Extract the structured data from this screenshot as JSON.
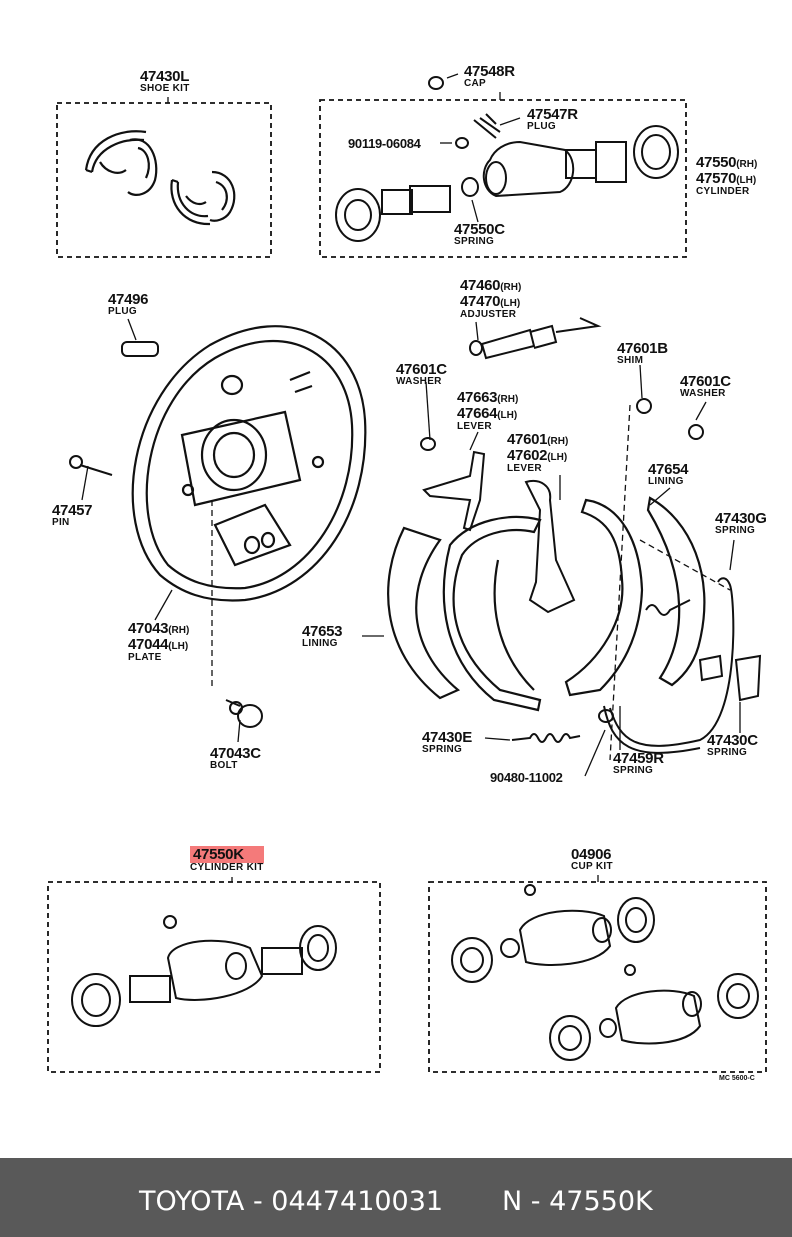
{
  "parts": [
    {
      "id": "p47430L",
      "part": "47430L",
      "name": "SHOE KIT"
    },
    {
      "id": "p47548R",
      "part": "47548R",
      "name": "CAP"
    },
    {
      "id": "p47547R",
      "part": "47547R",
      "name": "PLUG"
    },
    {
      "id": "p90119",
      "part": "90119-06084",
      "name": ""
    },
    {
      "id": "p47550RH",
      "part": "47550",
      "side": "(RH)",
      "name": ""
    },
    {
      "id": "p47570LH",
      "part": "47570",
      "side": "(LH)",
      "name": "CYLINDER"
    },
    {
      "id": "p47550C",
      "part": "47550C",
      "name": "SPRING"
    },
    {
      "id": "p47496",
      "part": "47496",
      "name": "PLUG"
    },
    {
      "id": "p47460",
      "part": "47460",
      "side": "(RH)",
      "name": ""
    },
    {
      "id": "p47470",
      "part": "47470",
      "side": "(LH)",
      "name": "ADJUSTER"
    },
    {
      "id": "p47601B",
      "part": "47601B",
      "name": "SHIM"
    },
    {
      "id": "p47601C_a",
      "part": "47601C",
      "name": "WASHER"
    },
    {
      "id": "p47601C_b",
      "part": "47601C",
      "name": "WASHER"
    },
    {
      "id": "p47663",
      "part": "47663",
      "side": "(RH)",
      "name": ""
    },
    {
      "id": "p47664",
      "part": "47664",
      "side": "(LH)",
      "name": "LEVER"
    },
    {
      "id": "p47601",
      "part": "47601",
      "side": "(RH)",
      "name": ""
    },
    {
      "id": "p47602",
      "part": "47602",
      "side": "(LH)",
      "name": "LEVER"
    },
    {
      "id": "p47654",
      "part": "47654",
      "name": "LINING"
    },
    {
      "id": "p47430G",
      "part": "47430G",
      "name": "SPRING"
    },
    {
      "id": "p47457",
      "part": "47457",
      "name": "PIN"
    },
    {
      "id": "p47043",
      "part": "47043",
      "side": "(RH)",
      "name": ""
    },
    {
      "id": "p47044",
      "part": "47044",
      "side": "(LH)",
      "name": "PLATE"
    },
    {
      "id": "p47653",
      "part": "47653",
      "name": "LINING"
    },
    {
      "id": "p47043C",
      "part": "47043C",
      "name": "BOLT"
    },
    {
      "id": "p47430E",
      "part": "47430E",
      "name": "SPRING"
    },
    {
      "id": "p47459R",
      "part": "47459R",
      "name": "SPRING"
    },
    {
      "id": "p47430C",
      "part": "47430C",
      "name": "SPRING"
    },
    {
      "id": "p90480",
      "part": "90480-11002",
      "name": ""
    },
    {
      "id": "p47550K",
      "part": "47550K",
      "name": "CYLINDER KIT",
      "highlight": true
    },
    {
      "id": "p04906",
      "part": "04906",
      "name": "CUP KIT"
    }
  ],
  "code": "MC 5600-C",
  "footer": {
    "left": "TOYOTA - 0447410031",
    "right": "N - 47550K"
  },
  "colors": {
    "highlight": "#f47a7a",
    "footer_bg": "#595959",
    "footer_text": "#ffffff",
    "line": "#111111"
  }
}
